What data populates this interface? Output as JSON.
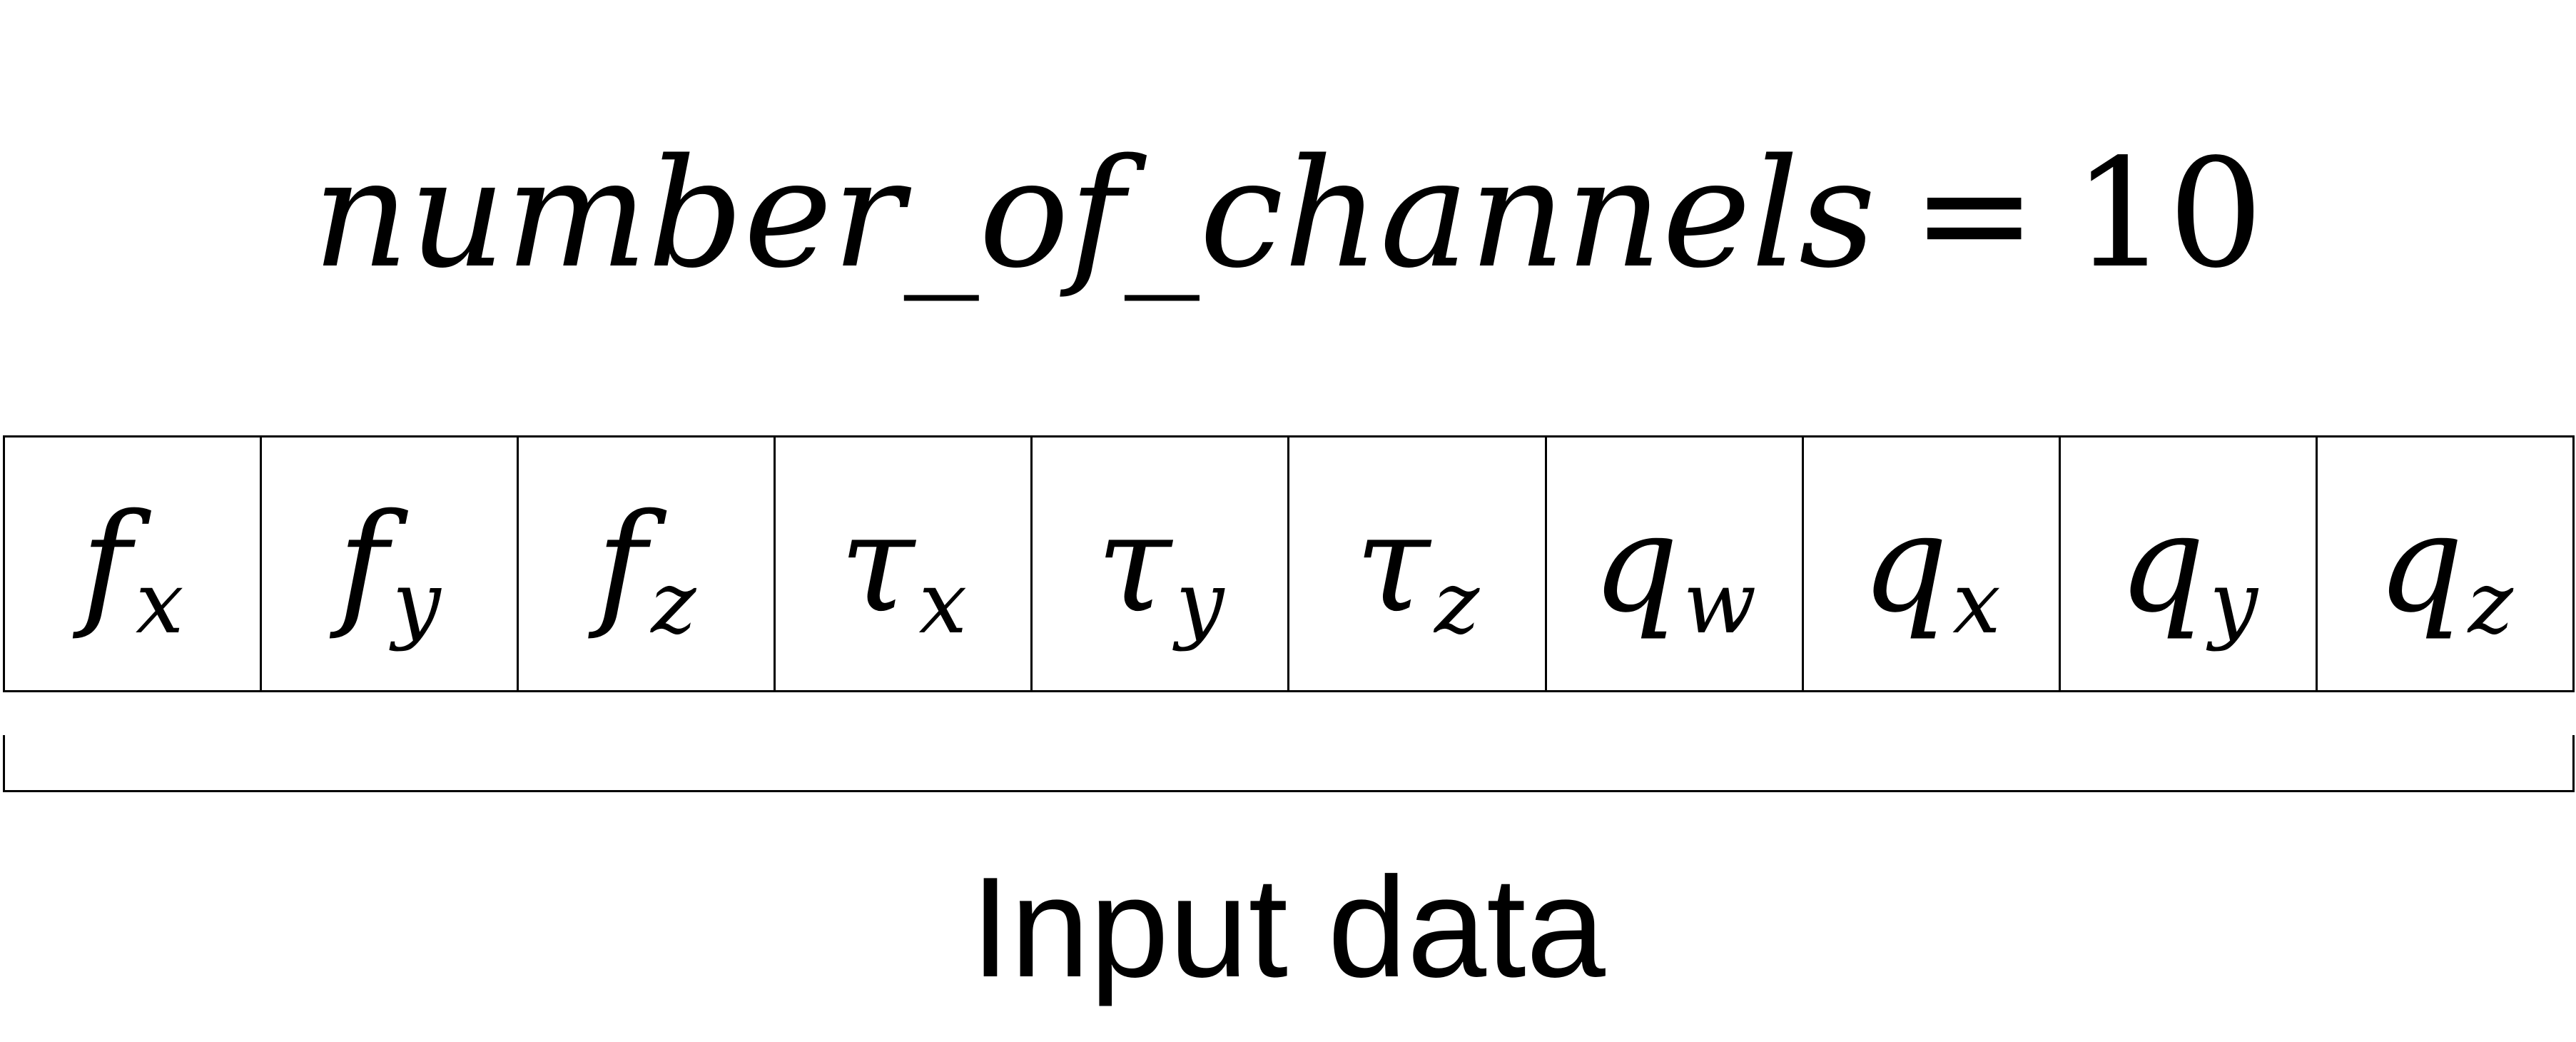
{
  "formula": {
    "variable": "number_of_channels",
    "operator": "=",
    "value": "10"
  },
  "channels": [
    {
      "symbol": "f",
      "subscript": "x"
    },
    {
      "symbol": "f",
      "subscript": "y"
    },
    {
      "symbol": "f",
      "subscript": "z"
    },
    {
      "symbol": "τ",
      "subscript": "x"
    },
    {
      "symbol": "τ",
      "subscript": "y"
    },
    {
      "symbol": "τ",
      "subscript": "z"
    },
    {
      "symbol": "q",
      "subscript": "w"
    },
    {
      "symbol": "q",
      "subscript": "x"
    },
    {
      "symbol": "q",
      "subscript": "y"
    },
    {
      "symbol": "q",
      "subscript": "z"
    }
  ],
  "caption": "Input data"
}
